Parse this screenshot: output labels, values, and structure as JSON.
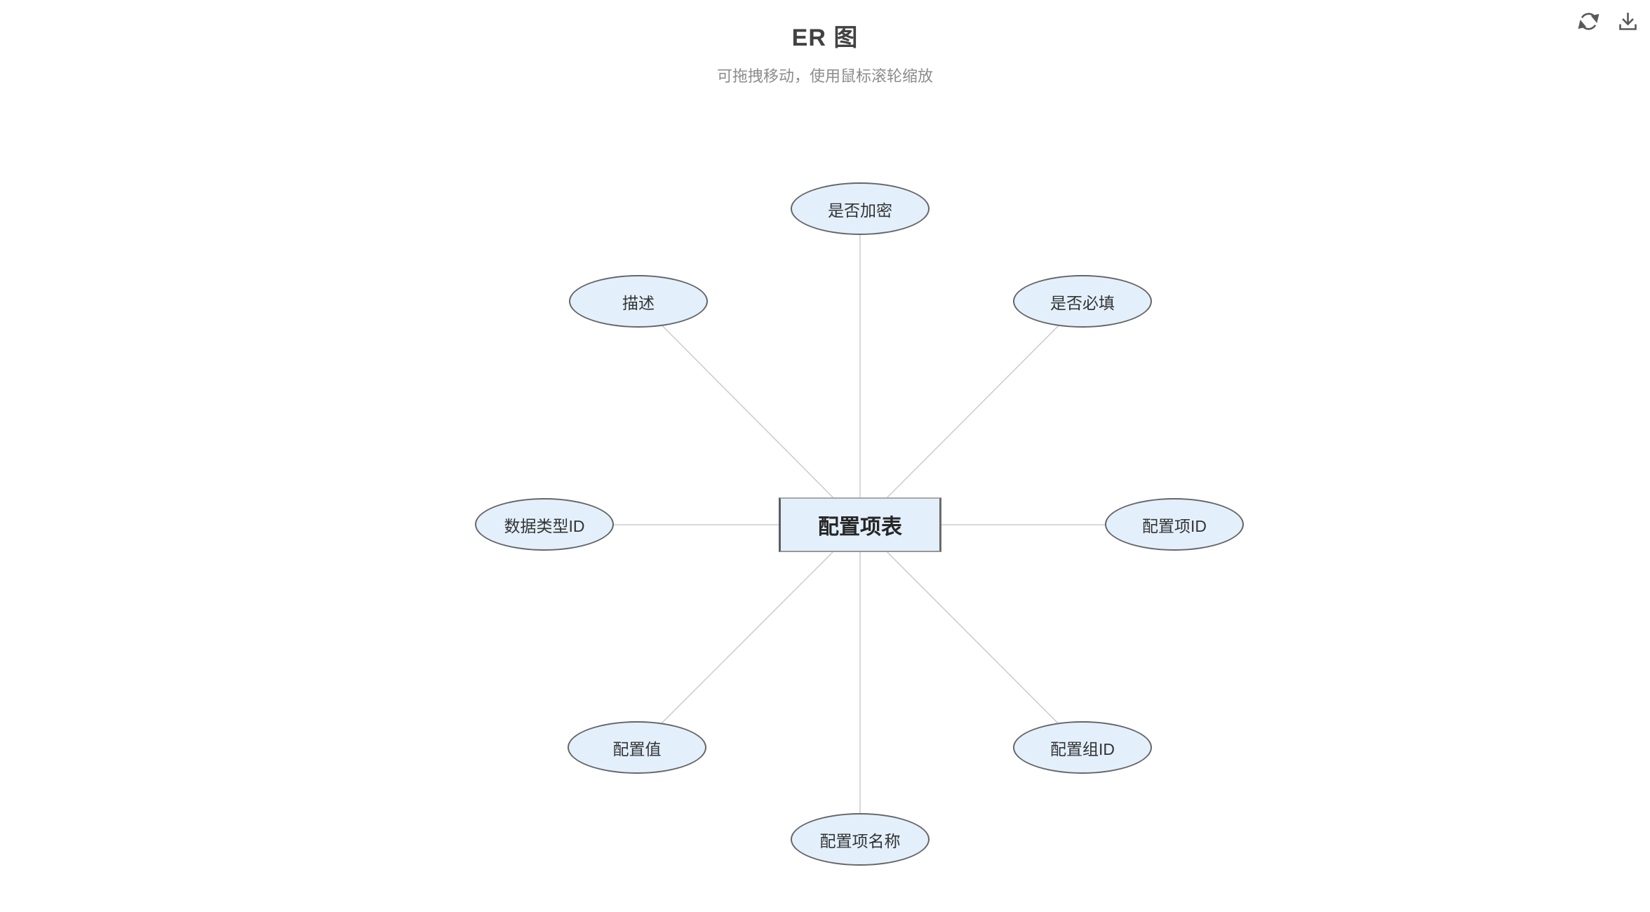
{
  "header": {
    "title": "ER 图",
    "subtitle": "可拖拽移动，使用鼠标滚轮缩放"
  },
  "toolbar": {
    "icons": [
      "refresh-icon",
      "download-icon"
    ]
  },
  "diagram": {
    "type": "entity-relationship",
    "entity": {
      "label": "配置项表",
      "shape": "rectangle"
    },
    "attributes": [
      {
        "label": "是否加密",
        "position": "top",
        "shape": "ellipse"
      },
      {
        "label": "是否必填",
        "position": "top-right",
        "shape": "ellipse"
      },
      {
        "label": "配置项ID",
        "position": "right",
        "shape": "ellipse"
      },
      {
        "label": "配置组ID",
        "position": "bottom-right",
        "shape": "ellipse"
      },
      {
        "label": "配置项名称",
        "position": "bottom",
        "shape": "ellipse"
      },
      {
        "label": "配置值",
        "position": "bottom-left",
        "shape": "ellipse"
      },
      {
        "label": "数据类型ID",
        "position": "left",
        "shape": "ellipse"
      },
      {
        "label": "描述",
        "position": "top-left",
        "shape": "ellipse"
      }
    ],
    "colors": {
      "node_fill": "#e3f0fc",
      "node_stroke": "#666666",
      "connector": "#cbcbcb"
    }
  }
}
